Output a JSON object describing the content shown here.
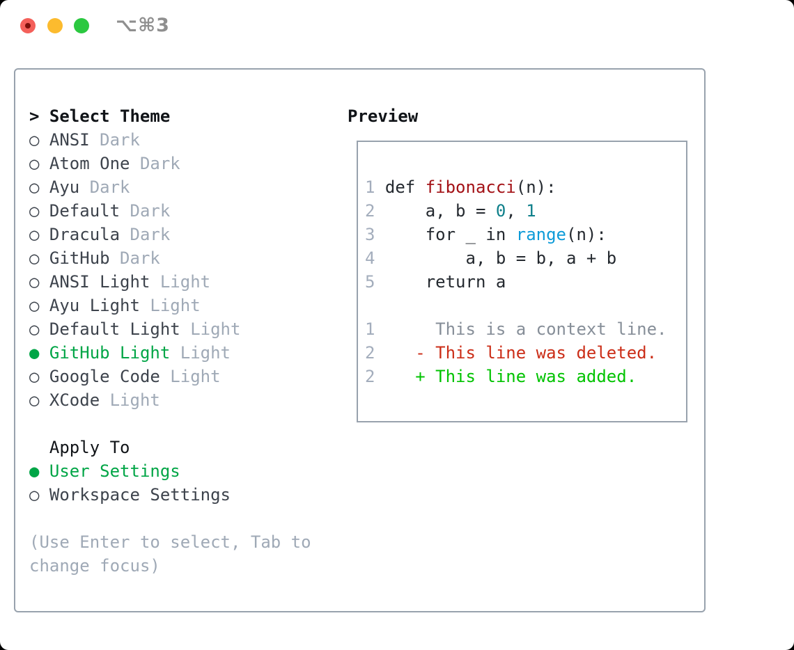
{
  "colors": {
    "accent-green": "#00a546",
    "added-green": "#00c300",
    "deleted-red": "#cb2d17",
    "func-red": "#a31116",
    "builtin-blue": "#0d9bd8",
    "number-teal": "#0e7f8a",
    "code-dark": "#24292f",
    "item-dark": "#3d434c",
    "header-dark": "#111418",
    "muted-gray": "#9fa9b6",
    "lineno-gray": "#a3adbc",
    "context-gray": "#868e98",
    "border-gray": "#98a2ad",
    "title-gray": "#8f8f8f",
    "traffic-red": "#f4605a",
    "traffic-red-dot": "#7d100a",
    "traffic-yellow": "#fcbb2e",
    "traffic-green": "#2bc840"
  },
  "icons": {
    "radio_on": "●",
    "radio_off": "○"
  },
  "window": {
    "title": "⌥⌘3"
  },
  "picker": {
    "header_prefix": ">",
    "header": "Select Theme",
    "items": [
      {
        "name": "ANSI",
        "variant": "Dark",
        "selected": false
      },
      {
        "name": "Atom One",
        "variant": "Dark",
        "selected": false
      },
      {
        "name": "Ayu",
        "variant": "Dark",
        "selected": false
      },
      {
        "name": "Default",
        "variant": "Dark",
        "selected": false
      },
      {
        "name": "Dracula",
        "variant": "Dark",
        "selected": false
      },
      {
        "name": "GitHub",
        "variant": "Dark",
        "selected": false
      },
      {
        "name": "ANSI Light",
        "variant": "Light",
        "selected": false
      },
      {
        "name": "Ayu Light",
        "variant": "Light",
        "selected": false
      },
      {
        "name": "Default Light",
        "variant": "Light",
        "selected": false
      },
      {
        "name": "GitHub Light",
        "variant": "Light",
        "selected": true
      },
      {
        "name": "Google Code",
        "variant": "Light",
        "selected": false
      },
      {
        "name": "XCode",
        "variant": "Light",
        "selected": false
      }
    ],
    "apply_to": {
      "header": "Apply To",
      "options": [
        {
          "label": "User Settings",
          "selected": true
        },
        {
          "label": "Workspace Settings",
          "selected": false
        }
      ]
    },
    "hint": "(Use Enter to select, Tab to change focus)"
  },
  "preview": {
    "title": "Preview",
    "lines": [
      {
        "segs": [
          {
            "t": "1 ",
            "c": "lineno"
          },
          {
            "t": "def ",
            "c": "code"
          },
          {
            "t": "fibonacci",
            "c": "func"
          },
          {
            "t": "(n):",
            "c": "code"
          }
        ]
      },
      {
        "segs": [
          {
            "t": "2 ",
            "c": "lineno"
          },
          {
            "t": "    a, b = ",
            "c": "code"
          },
          {
            "t": "0",
            "c": "num"
          },
          {
            "t": ", ",
            "c": "code"
          },
          {
            "t": "1",
            "c": "num"
          }
        ]
      },
      {
        "segs": [
          {
            "t": "3 ",
            "c": "lineno"
          },
          {
            "t": "    for _ in ",
            "c": "code"
          },
          {
            "t": "range",
            "c": "builtin"
          },
          {
            "t": "(n):",
            "c": "code"
          }
        ]
      },
      {
        "segs": [
          {
            "t": "4 ",
            "c": "lineno"
          },
          {
            "t": "        a, b = b, a + b",
            "c": "code"
          }
        ]
      },
      {
        "segs": [
          {
            "t": "5 ",
            "c": "lineno"
          },
          {
            "t": "    return a",
            "c": "code"
          }
        ]
      },
      {
        "segs": []
      },
      {
        "segs": [
          {
            "t": "1 ",
            "c": "lineno"
          },
          {
            "t": "     This is a context line.",
            "c": "context"
          }
        ]
      },
      {
        "segs": [
          {
            "t": "2 ",
            "c": "lineno"
          },
          {
            "t": "   - This line was deleted.",
            "c": "deleted"
          }
        ]
      },
      {
        "segs": [
          {
            "t": "2 ",
            "c": "lineno"
          },
          {
            "t": "   + This line was added.",
            "c": "added"
          }
        ]
      }
    ]
  }
}
